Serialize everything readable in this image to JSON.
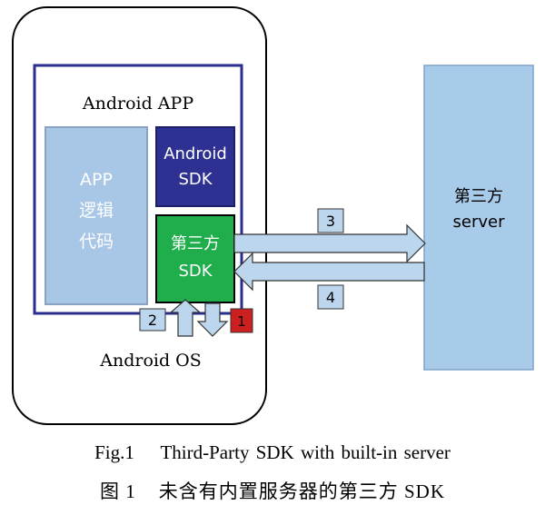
{
  "diagram": {
    "app_label": "Android APP",
    "app_logic_lines": [
      "APP",
      "逻辑",
      "代码"
    ],
    "android_sdk_lines": [
      "Android",
      "SDK"
    ],
    "third_party_sdk_lines": [
      "第三方",
      "SDK"
    ],
    "os_label": "Android OS",
    "server_lines": [
      "第三方",
      "server"
    ],
    "step_labels": {
      "s1": "1",
      "s2": "2",
      "s3": "3",
      "s4": "4"
    }
  },
  "caption": {
    "english": "Fig.1    Third-Party SDK with built-in server",
    "chinese": "图 1    未含有内置服务器的第三方 SDK"
  },
  "colors": {
    "app_border": "#2a2d8f",
    "light_blue_box": "#a8c6e6",
    "android_sdk_fill": "#2e3192",
    "third_party_sdk_fill": "#1fae4b",
    "server_fill": "#a9cbea",
    "arrow_fill": "#bcd6ee",
    "step1_fill": "#cc1f1f"
  }
}
